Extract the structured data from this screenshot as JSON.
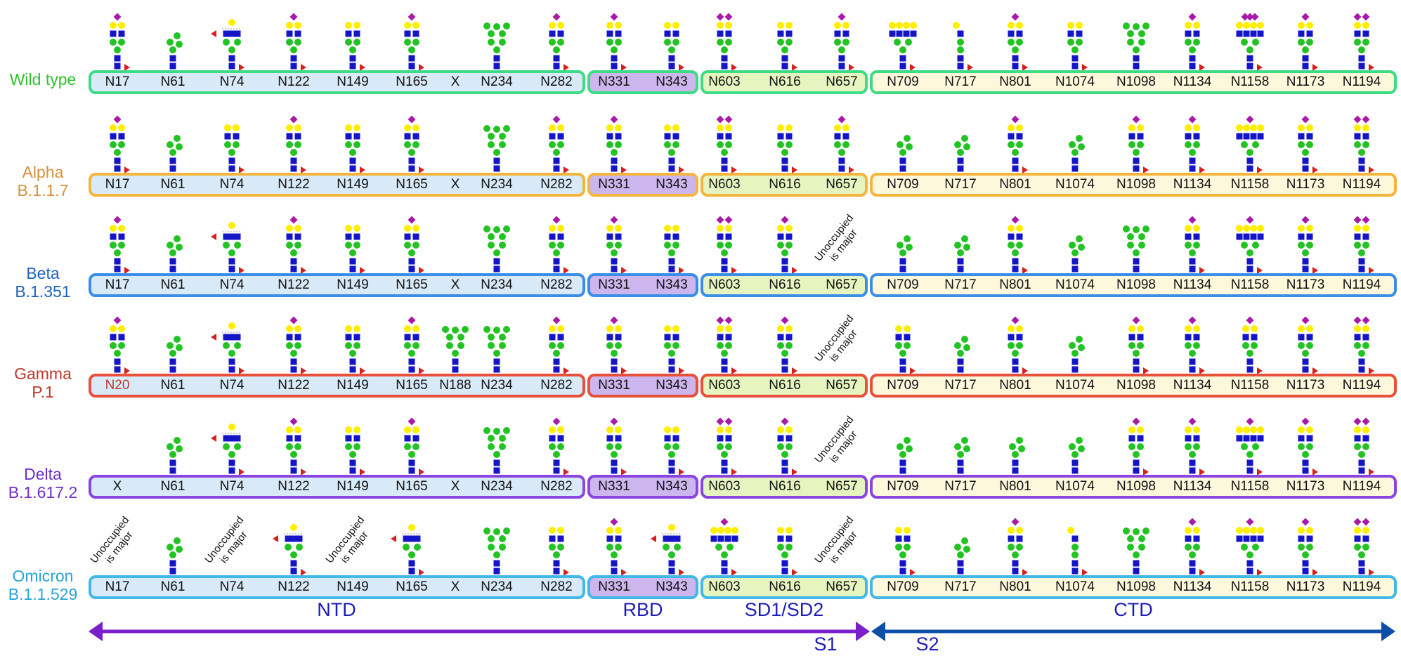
{
  "columns": [
    "N17",
    "N61",
    "N74",
    "N122",
    "N149",
    "N165",
    "N188",
    "N234",
    "N282",
    "N331",
    "N343",
    "N603",
    "N616",
    "N657",
    "N709",
    "N717",
    "N801",
    "N1074",
    "N1098",
    "N1134",
    "N1158",
    "N1173",
    "N1194"
  ],
  "variants": [
    {
      "id": "wt",
      "label_lines": [
        "Wild type"
      ],
      "label_color": "#2ec02e",
      "border_color": "#3ddc84",
      "sites": [
        "N17",
        "N61",
        "N74",
        "N122",
        "N149",
        "N165",
        "X",
        "N234",
        "N282",
        "N331",
        "N343",
        "N603",
        "N616",
        "N657",
        "N709",
        "N717",
        "N801",
        "N1074",
        "N1098",
        "N1134",
        "N1158",
        "N1173",
        "N1194"
      ],
      "glycans": [
        "sia",
        "cpx",
        "hyb",
        "sia",
        "gal",
        "sia",
        "none",
        "man",
        "sia",
        "sia",
        "gal",
        "sia2",
        "gal",
        "sia",
        "gal4",
        "gal1",
        "sia",
        "gal",
        "man",
        "sia",
        "sia4",
        "sia",
        "sia2"
      ],
      "highlight": []
    },
    {
      "id": "alpha",
      "label_lines": [
        "Alpha",
        "B.1.1.7"
      ],
      "label_color": "#d4913a",
      "border_color": "#f5b53d",
      "sites": [
        "N17",
        "N61",
        "N74",
        "N122",
        "N149",
        "N165",
        "X",
        "N234",
        "N282",
        "N331",
        "N343",
        "N603",
        "N616",
        "N657",
        "N709",
        "N717",
        "N801",
        "N1074",
        "N1098",
        "N1134",
        "N1158",
        "N1173",
        "N1194"
      ],
      "glycans": [
        "sia",
        "cpx",
        "gal2",
        "sia",
        "gal",
        "sia",
        "none",
        "man",
        "sia",
        "sia",
        "gal",
        "sia2",
        "gal",
        "sia",
        "cpx",
        "cpx",
        "sia",
        "cpx",
        "sia",
        "sia",
        "sia4",
        "sia",
        "sia2"
      ],
      "highlight": []
    },
    {
      "id": "beta",
      "label_lines": [
        "Beta",
        "B.1.351"
      ],
      "label_color": "#1d63b8",
      "border_color": "#3a8ee8",
      "sites": [
        "N17",
        "N61",
        "N74",
        "N122",
        "N149",
        "N165",
        "X",
        "N234",
        "N282",
        "N331",
        "N343",
        "N603",
        "N616",
        "N657",
        "N709",
        "N717",
        "N801",
        "N1074",
        "N1098",
        "N1134",
        "N1158",
        "N1173",
        "N1194"
      ],
      "glycans": [
        "sia",
        "cpx",
        "hyb",
        "sia",
        "gal",
        "sia",
        "none",
        "man",
        "sia",
        "sia",
        "gal",
        "sia2",
        "sia",
        "unocc",
        "cpx",
        "cpx",
        "sia",
        "cpx",
        "man",
        "sia",
        "sia4",
        "sia",
        "sia2"
      ],
      "highlight": []
    },
    {
      "id": "gamma",
      "label_lines": [
        "Gamma",
        "P.1"
      ],
      "label_color": "#c0392b",
      "border_color": "#e8503a",
      "sites": [
        "N20",
        "N61",
        "N74",
        "N122",
        "N149",
        "N165",
        "N188",
        "N234",
        "N282",
        "N331",
        "N343",
        "N603",
        "N616",
        "N657",
        "N709",
        "N717",
        "N801",
        "N1074",
        "N1098",
        "N1134",
        "N1158",
        "N1173",
        "N1194"
      ],
      "glycans": [
        "sia",
        "cpx",
        "hyb",
        "sia",
        "gal",
        "sia",
        "man",
        "man",
        "sia",
        "sia",
        "gal",
        "sia2",
        "sia",
        "unocc",
        "gal",
        "cpx",
        "sia",
        "cpx",
        "sia",
        "sia",
        "sia",
        "sia",
        "sia2"
      ],
      "highlight": [
        0
      ]
    },
    {
      "id": "delta",
      "label_lines": [
        "Delta",
        "B.1.617.2"
      ],
      "label_color": "#6d2fc9",
      "border_color": "#8a45e0",
      "sites": [
        "X",
        "N61",
        "N74",
        "N122",
        "N149",
        "N165",
        "X",
        "N234",
        "N282",
        "N331",
        "N343",
        "N603",
        "N616",
        "N657",
        "N709",
        "N717",
        "N801",
        "N1074",
        "N1098",
        "N1134",
        "N1158",
        "N1173",
        "N1194"
      ],
      "glycans": [
        "none",
        "cpx",
        "hyb",
        "sia",
        "gal",
        "sia",
        "none",
        "man",
        "sia",
        "sia",
        "gal",
        "sia2",
        "sia",
        "unocc",
        "cpx",
        "cpx",
        "cpx",
        "cpx",
        "sia",
        "sia",
        "sia4",
        "sia",
        "sia2"
      ],
      "highlight": []
    },
    {
      "id": "omicron",
      "label_lines": [
        "Omicron",
        "B.1.1.529"
      ],
      "label_color": "#2aa3d6",
      "border_color": "#42b8e8",
      "sites": [
        "N17",
        "N61",
        "N74",
        "N122",
        "N149",
        "N165",
        "X",
        "N234",
        "N282",
        "N331",
        "N343",
        "N603",
        "N616",
        "N657",
        "N709",
        "N717",
        "N801",
        "N1074",
        "N1098",
        "N1134",
        "N1158",
        "N1173",
        "N1194"
      ],
      "glycans": [
        "unocc",
        "cpx",
        "unocc",
        "hyb",
        "unocc",
        "hyb",
        "none",
        "man",
        "gal",
        "sia",
        "hyb",
        "sia4",
        "gal",
        "unocc",
        "gal",
        "cpx",
        "sia",
        "gal1",
        "man",
        "sia",
        "sia4",
        "sia",
        "sia2"
      ],
      "highlight": []
    }
  ],
  "unoccupied_text": [
    "Unoccupied",
    "is major"
  ],
  "regions": [
    {
      "label": "NTD"
    },
    {
      "label": "RBD"
    },
    {
      "label": "SD1/SD2"
    },
    {
      "label": "CTD"
    }
  ],
  "domains": [
    {
      "label": "S1",
      "color": "#7a1fc9"
    },
    {
      "label": "S2",
      "color": "#0d4fa8"
    }
  ],
  "colors": {
    "ntd_fill": "#d8eaf8",
    "rbd_fill": "#cdb6ee",
    "sd_fill": "#e6f5c0",
    "ctd_fill": "#fdf8dc",
    "glcnac": "#1515c8",
    "mannose": "#22c322",
    "galactose": "#ffee00",
    "sialic_acid": "#a81aa8",
    "fucose": "#d81e1e",
    "region_text": "#1c1cb8"
  }
}
